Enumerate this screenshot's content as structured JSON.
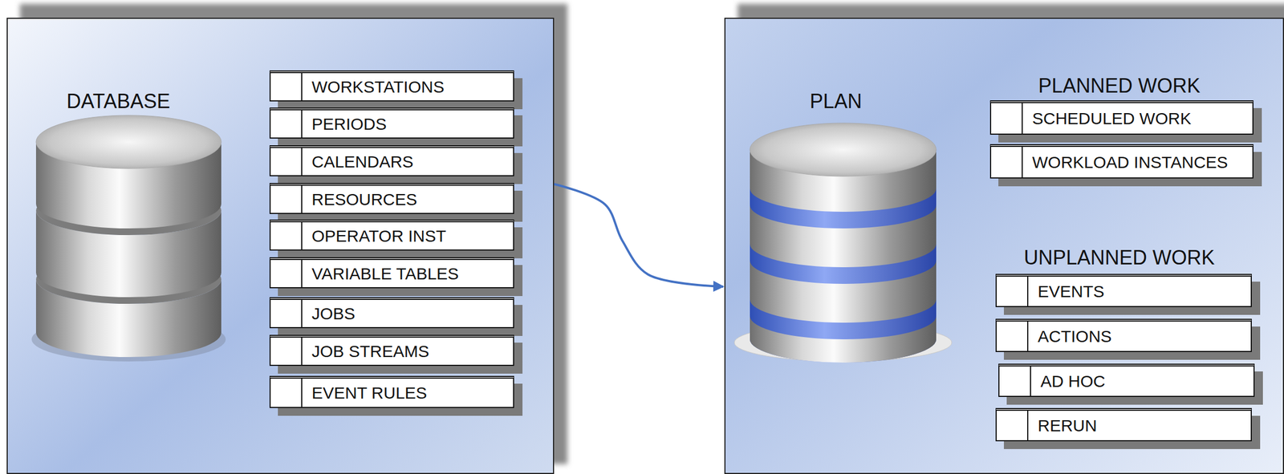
{
  "diagram": {
    "nodes": [
      {
        "text": [
          "DATABASE"
        ]
      },
      {
        "text": [
          "WORKSTATIONS"
        ],
        "in": 0
      },
      {
        "text": [
          "PERIODS"
        ],
        "in": 0
      },
      {
        "text": [
          "CALENDARS"
        ],
        "in": 0
      },
      {
        "text": [
          "RESOURCES"
        ],
        "in": 0
      },
      {
        "text": [
          "OPERATOR INST"
        ],
        "in": 0
      },
      {
        "text": [
          "VARIABLE TABLES"
        ],
        "in": 0
      },
      {
        "text": [
          "JOBS"
        ],
        "in": 0
      },
      {
        "text": [
          "JOB STREAMS"
        ],
        "in": 0
      },
      {
        "text": [
          "EVENT RULES"
        ],
        "in": 0
      },
      {
        "text": [
          "PLAN"
        ]
      },
      {
        "text": [
          "SCHEDULED WORK"
        ],
        "in": 10
      },
      {
        "text": [
          "WORKLOAD INSTANCES"
        ],
        "in": 10
      },
      {
        "text": [
          "EVENTS"
        ],
        "in": 10
      },
      {
        "text": [
          "ACTIONS"
        ],
        "in": 10
      },
      {
        "text": [
          "AD HOC"
        ],
        "in": 10
      },
      {
        "text": [
          "RERUN"
        ],
        "in": 10
      }
    ],
    "edges": [
      {
        "from": 0,
        "to": 10,
        "arrow": "to"
      }
    ],
    "labels": [
      "PLANNED WORK",
      "UNPLANNED WORK"
    ]
  }
}
